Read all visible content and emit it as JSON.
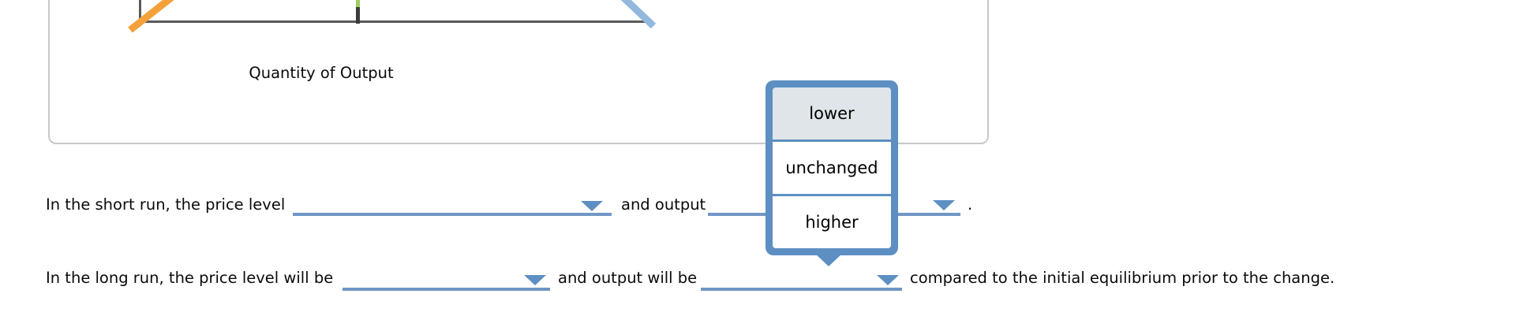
{
  "colors": {
    "accent_blue": "#5D8FC2",
    "underline_blue": "#7097C3",
    "card_border": "#C9C9C9",
    "popup_highlight_bg": "#DFE5E8",
    "axis_gray": "#58595B",
    "chart_orange": "#F5A139",
    "chart_green": "#9BCB61",
    "chart_blue": "#93B8DD",
    "text_black": "#0A0A0A"
  },
  "chart": {
    "x_axis_label": "Quantity of Output"
  },
  "dropdown_menu": {
    "highlighted_option": "lower",
    "options": [
      {
        "label": "lower"
      },
      {
        "label": "unchanged"
      },
      {
        "label": "higher"
      }
    ]
  },
  "question": {
    "line1_prefix": "In the short run, the price level",
    "line1_middle": "and output",
    "line1_suffix": ".",
    "line2_prefix": "In the long run, the price level will be",
    "line2_middle": "and output will be",
    "line2_suffix": "compared to the initial equilibrium prior to the change."
  }
}
